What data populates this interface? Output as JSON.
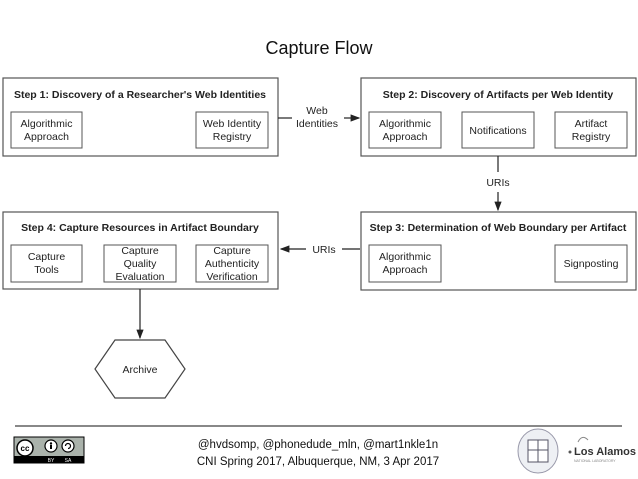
{
  "title": "Capture Flow",
  "steps": [
    {
      "header": "Step 1: Discovery of a Researcher's Web Identities",
      "items": [
        [
          "Algorithmic",
          "Approach"
        ],
        [
          "Web Identity",
          "Registry"
        ]
      ]
    },
    {
      "header": "Step 2: Discovery of Artifacts per Web Identity",
      "items": [
        [
          "Algorithmic",
          "Approach"
        ],
        [
          "Notifications"
        ],
        [
          "Artifact",
          "Registry"
        ]
      ]
    },
    {
      "header": "Step 3: Determination of Web Boundary per Artifact",
      "items": [
        [
          "Algorithmic",
          "Approach"
        ],
        [
          "Signposting"
        ]
      ]
    },
    {
      "header": "Step 4: Capture Resources in Artifact Boundary",
      "items": [
        [
          "Capture",
          "Tools"
        ],
        [
          "Capture",
          "Quality",
          "Evaluation"
        ],
        [
          "Capture",
          "Authenticity",
          "Verification"
        ]
      ]
    }
  ],
  "flows": {
    "step1_to_step2": [
      "Web",
      "Identities"
    ],
    "step2_to_step3": "URIs",
    "step3_to_step4": "URIs"
  },
  "archive": "Archive",
  "footer": {
    "line1": "@hvdsomp, @phonedude_mln, @mart1nkle1n",
    "line2": "CNI Spring 2017, Albuquerque, NM, 3 Apr 2017",
    "license": {
      "cc": "cc",
      "by": "BY",
      "sa": "SA"
    },
    "logo_text": "Los Alamos",
    "logo_sub": "NATIONAL LABORATORY"
  }
}
